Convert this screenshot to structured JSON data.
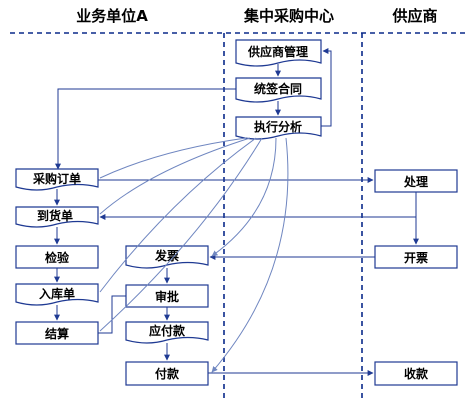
{
  "lanes": [
    {
      "id": "business",
      "title": "业务单位A"
    },
    {
      "id": "central",
      "title": "集中采购中心"
    },
    {
      "id": "supplier",
      "title": "供应商"
    }
  ],
  "nodes": {
    "supplier_mgmt": "供应商管理",
    "contract": "统签合同",
    "execution": "执行分析",
    "purchase_order": "采购订单",
    "arrival_note": "到货单",
    "inspection": "检验",
    "warehouse_receipt": "入库单",
    "settlement": "结算",
    "invoice": "发票",
    "approval": "审批",
    "payable": "应付款",
    "payment": "付款",
    "processing": "处理",
    "invoicing": "开票",
    "receipt": "收款"
  },
  "colors": {
    "node_border": "#1f3a93",
    "lane_divider": "#0a2a8a",
    "curve_lines": "#6f86c0"
  }
}
